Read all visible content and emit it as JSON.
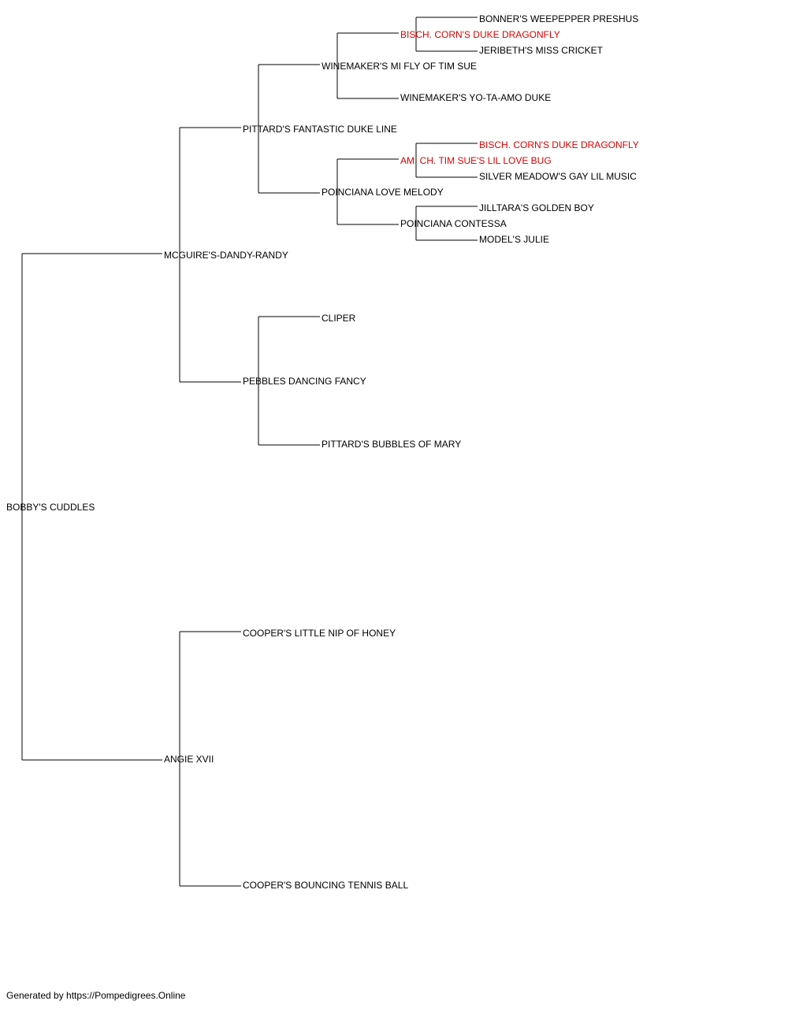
{
  "pedigree": {
    "subject": {
      "name": "BOBBY'S CUDDLES"
    },
    "sire": {
      "name": "MCGUIRE'S-DANDY-RANDY",
      "sire": {
        "name": "PITTARD'S FANTASTIC DUKE LINE",
        "sire": {
          "name": "WINEMAKER'S MI FLY OF TIM SUE",
          "sire": {
            "name": "BISCH. CORN'S DUKE DRAGONFLY",
            "sire": {
              "name": "BONNER'S WEEPEPPER PRESHUS"
            },
            "dam": {
              "name": "JERIBETH'S MISS CRICKET"
            }
          },
          "dam": {
            "name": "WINEMAKER'S YO-TA-AMO DUKE"
          }
        },
        "dam": {
          "name": "POINCIANA LOVE MELODY",
          "sire": {
            "name": "AM. CH. TIM SUE'S LIL LOVE BUG",
            "sire": {
              "name": "BISCH. CORN'S DUKE DRAGONFLY"
            },
            "dam": {
              "name": "SILVER MEADOW'S GAY LIL MUSIC"
            }
          },
          "dam": {
            "name": "POINCIANA CONTESSA",
            "sire": {
              "name": "JILLTARA'S GOLDEN BOY"
            },
            "dam": {
              "name": "MODEL'S JULIE"
            }
          }
        }
      },
      "dam": {
        "name": "PEBBLES DANCING FANCY",
        "sire": {
          "name": "CLIPER"
        },
        "dam": {
          "name": "PITTARD'S BUBBLES OF MARY"
        }
      }
    },
    "dam": {
      "name": "ANGIE XVII",
      "sire": {
        "name": "COOPER'S LITTLE NIP OF HONEY"
      },
      "dam": {
        "name": "COOPER'S BOUNCING TENNIS BALL"
      }
    }
  },
  "colors": {
    "champion": "#e00000",
    "text": "#000000",
    "line": "#000000"
  },
  "footer": {
    "text": "Generated by https://Pompedigrees.Online"
  }
}
